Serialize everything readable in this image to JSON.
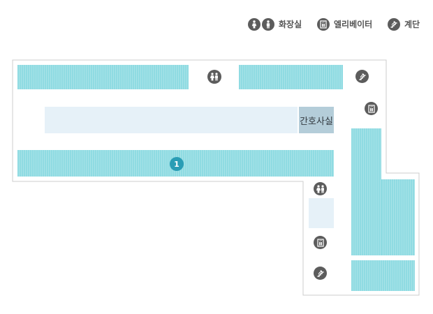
{
  "legend": {
    "restroom_label": "화장실",
    "elevator_label": "엘리베이터",
    "stairs_label": "계단"
  },
  "map": {
    "nurse_station_label": "간호사실",
    "marker_1_label": "1"
  },
  "colors": {
    "room": "#8fdbe2",
    "corridor": "#e6f1f8",
    "nurse_station": "#b4cdd9",
    "icon": "#5c5c5c",
    "marker": "#2a9db5",
    "outline": "#cccccc"
  },
  "icons": [
    "restroom-icon",
    "elevator-icon",
    "stairs-icon"
  ]
}
